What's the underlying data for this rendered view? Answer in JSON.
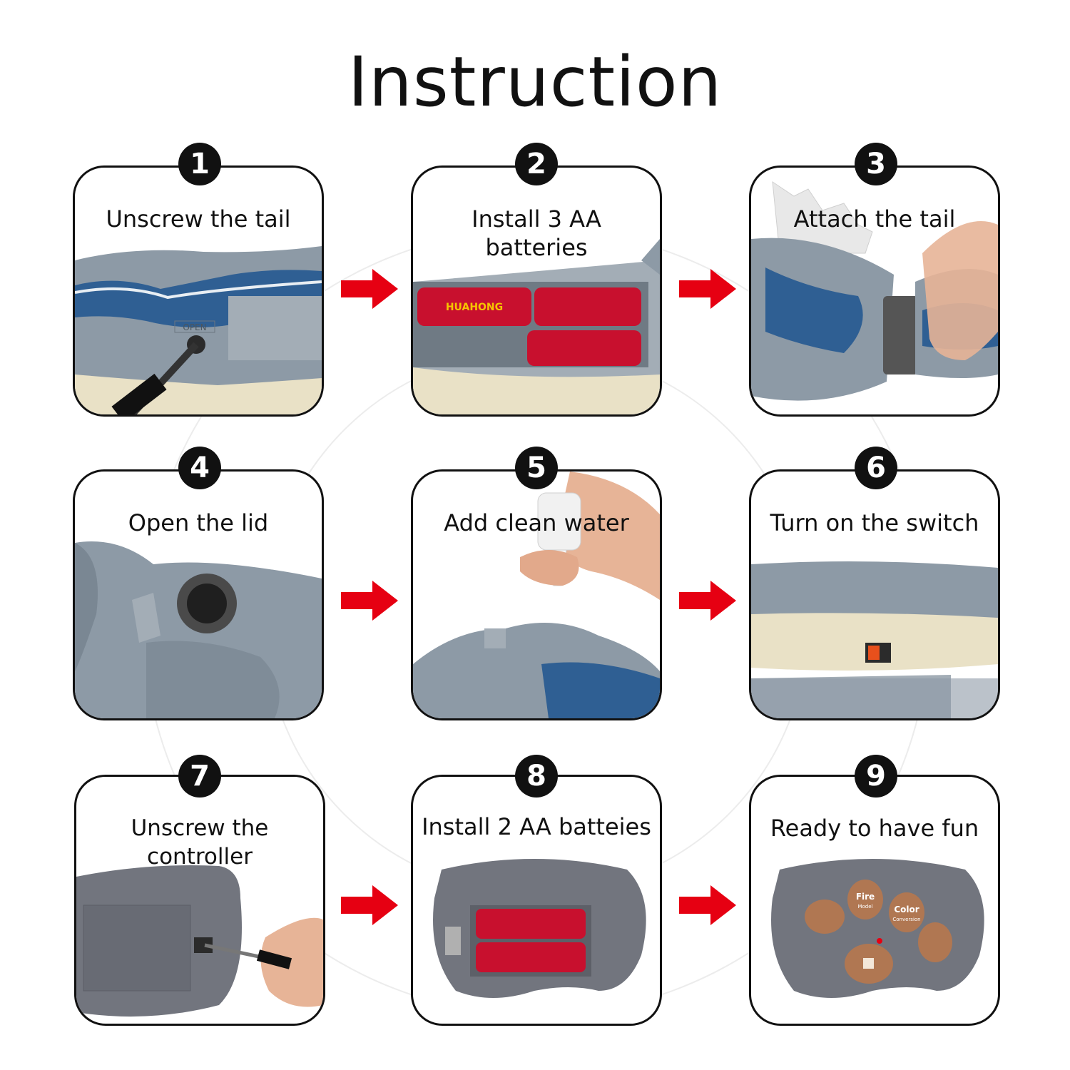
{
  "title": "Instruction",
  "accent_color": "#e60012",
  "steps": [
    {
      "number": "1",
      "label": "Unscrew the tail"
    },
    {
      "number": "2",
      "label": "Install 3 AA\nbatteries"
    },
    {
      "number": "3",
      "label": "Attach the tail"
    },
    {
      "number": "4",
      "label": "Open the lid"
    },
    {
      "number": "5",
      "label": "Add clean water"
    },
    {
      "number": "6",
      "label": "Turn on the switch"
    },
    {
      "number": "7",
      "label": "Unscrew the controller"
    },
    {
      "number": "8",
      "label": "Install 2 AA batteies"
    },
    {
      "number": "9",
      "label": "Ready to have fun"
    }
  ],
  "printed_text": {
    "open_mark": "OPEN",
    "battery_brand": "HUAHONG",
    "remote_fire": "Fire",
    "remote_fire_sub": "Model",
    "remote_color": "Color",
    "remote_color_sub": "Conversion"
  }
}
